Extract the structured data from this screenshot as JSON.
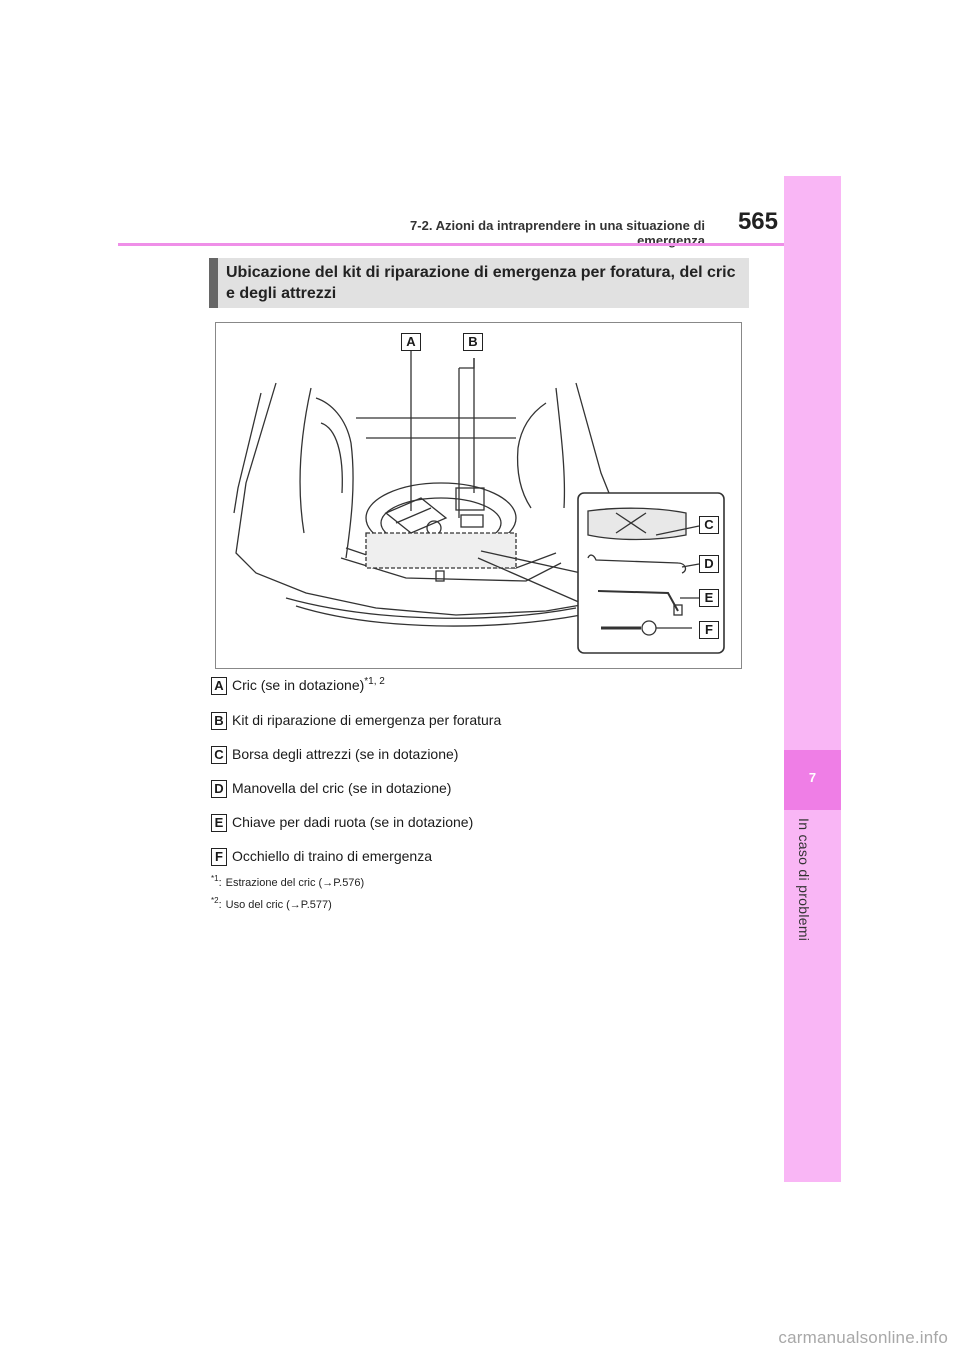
{
  "header": {
    "section": "7-2. Azioni da intraprendere in una situazione di emergenza",
    "page_number": "565"
  },
  "sidebar": {
    "chapter_number": "7",
    "chapter_title": "In caso di problemi"
  },
  "section_heading": "Ubicazione del kit di riparazione di emergenza per foratura, del cric e degli attrezzi",
  "figure_callouts": [
    "A",
    "B",
    "C",
    "D",
    "E",
    "F"
  ],
  "legend": [
    {
      "letter": "A",
      "text": "Cric (se in dotazione)",
      "sup": "*1, 2"
    },
    {
      "letter": "B",
      "text": "Kit di riparazione di emergenza per foratura",
      "sup": ""
    },
    {
      "letter": "C",
      "text": "Borsa degli attrezzi (se in dotazione)",
      "sup": ""
    },
    {
      "letter": "D",
      "text": "Manovella del cric (se in dotazione)",
      "sup": ""
    },
    {
      "letter": "E",
      "text": "Chiave per dadi ruota (se in dotazione)",
      "sup": ""
    },
    {
      "letter": "F",
      "text": "Occhiello di traino di emergenza",
      "sup": ""
    }
  ],
  "notes": [
    {
      "mark": "*1",
      "text": "Estrazione del cric (→P.576)"
    },
    {
      "mark": "*2",
      "text": "Uso del cric (→P.577)"
    }
  ],
  "watermark": "carmanualsonline.info"
}
